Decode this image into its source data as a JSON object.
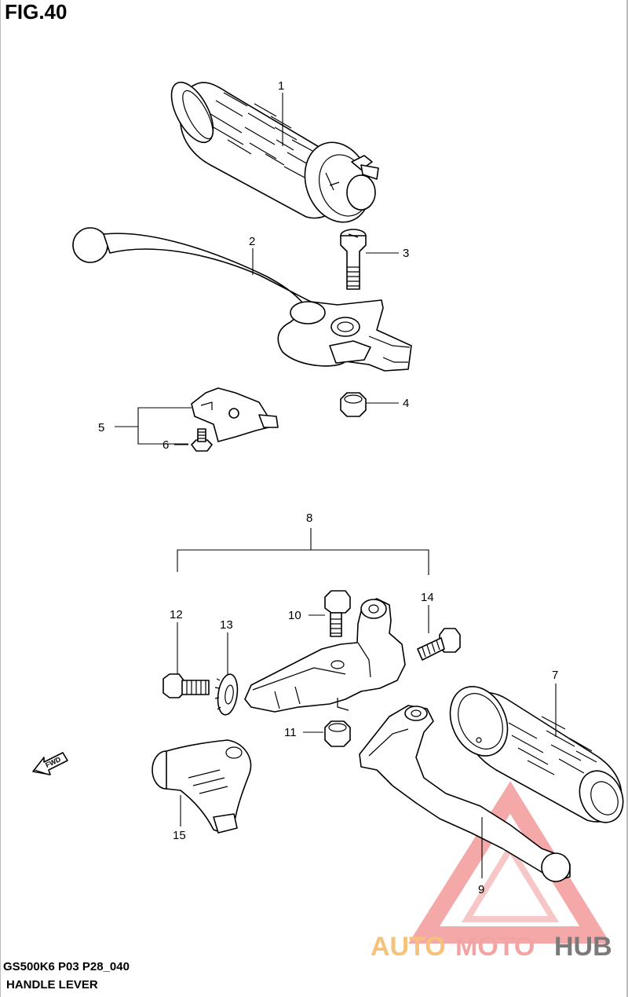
{
  "figure": {
    "title": "FIG.40",
    "model_code": "GS500K6 P03 P28_040",
    "section_name": "HANDLE LEVER"
  },
  "fwd_label": "FWD",
  "watermark": {
    "part1": "AUTO",
    "part2": "MOTO",
    "part3": "HUB",
    "colors": {
      "auto": "#f6c27a",
      "moto": "#f4a3a3",
      "hub": "#7a7a7a",
      "triangle": "#f28b8b"
    }
  },
  "callouts": [
    "1",
    "2",
    "3",
    "4",
    "5",
    "6",
    "7",
    "8",
    "9",
    "10",
    "11",
    "12",
    "13",
    "14",
    "15"
  ]
}
